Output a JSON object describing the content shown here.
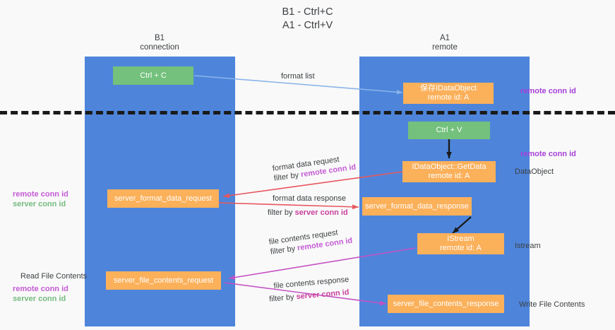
{
  "title": {
    "line1": "B1 - Ctrl+C",
    "line2": "A1 - Ctrl+V"
  },
  "lanes": [
    {
      "name": "B1",
      "sub": "connection",
      "color": "#4e85db"
    },
    {
      "name": "A1",
      "sub": "remote",
      "color": "#4e85db"
    }
  ],
  "colors": {
    "lane": "#4e85db",
    "green_box": "#73c17c",
    "orange_box": "#fbb05a",
    "purple_text": "#c45bd4",
    "green_text": "#74bb7e",
    "red_arrow": "#e8575e",
    "magenta_arrow": "#c452c4",
    "blue_arrow": "#8ab4e8",
    "black_arrow": "#1a1a1a",
    "background": "#f9f9f9"
  },
  "boxes": {
    "ctrl_c": {
      "line1": "Ctrl + C",
      "line2": ""
    },
    "save_dataobj": {
      "line1": "保存IDataObject",
      "line2": "remote id: A"
    },
    "ctrl_v": {
      "line1": "Ctrl + V",
      "line2": ""
    },
    "getdata": {
      "line1": "IDataObject::GetData",
      "line2": "remote id: A"
    },
    "fmt_req": {
      "line1": "server_format_data_request",
      "line2": ""
    },
    "fmt_resp": {
      "line1": "server_format_data_response",
      "line2": ""
    },
    "istream": {
      "line1": "IStream",
      "line2": "remote id: A"
    },
    "file_req": {
      "line1": "server_file_contents_request",
      "line2": ""
    },
    "file_resp": {
      "line1": "server_file_contents_response",
      "line2": ""
    }
  },
  "edge_labels": {
    "format_list": {
      "text": "format list"
    },
    "fmt_req_l1": {
      "text": "format data request"
    },
    "fmt_req_l2": {
      "prefix": "filter by ",
      "highlight": "remote conn id"
    },
    "fmt_resp_l1": {
      "text": "format data response"
    },
    "fmt_resp_l2": {
      "prefix": "filter by ",
      "highlight": "server conn id"
    },
    "file_req_l1": {
      "text": "file contents request"
    },
    "file_req_l2": {
      "prefix": "filter by ",
      "highlight": "remote conn id"
    },
    "file_resp_l1": {
      "text": "file contents response"
    },
    "file_resp_l2": {
      "prefix": "filter by ",
      "highlight": "server conn id"
    }
  },
  "annotations": {
    "right_remote_conn_1": "remote conn id",
    "right_remote_conn_2": "remote conn id",
    "right_dataobject": "DataObject",
    "right_istream": "Istream",
    "right_write_file": "Write File Contents",
    "left_read_file": "Read File Contents",
    "left_remote_conn_a": "remote conn id",
    "left_server_conn_a": "server conn id",
    "left_remote_conn_b": "remote conn id",
    "left_server_conn_b": "server conn id"
  }
}
